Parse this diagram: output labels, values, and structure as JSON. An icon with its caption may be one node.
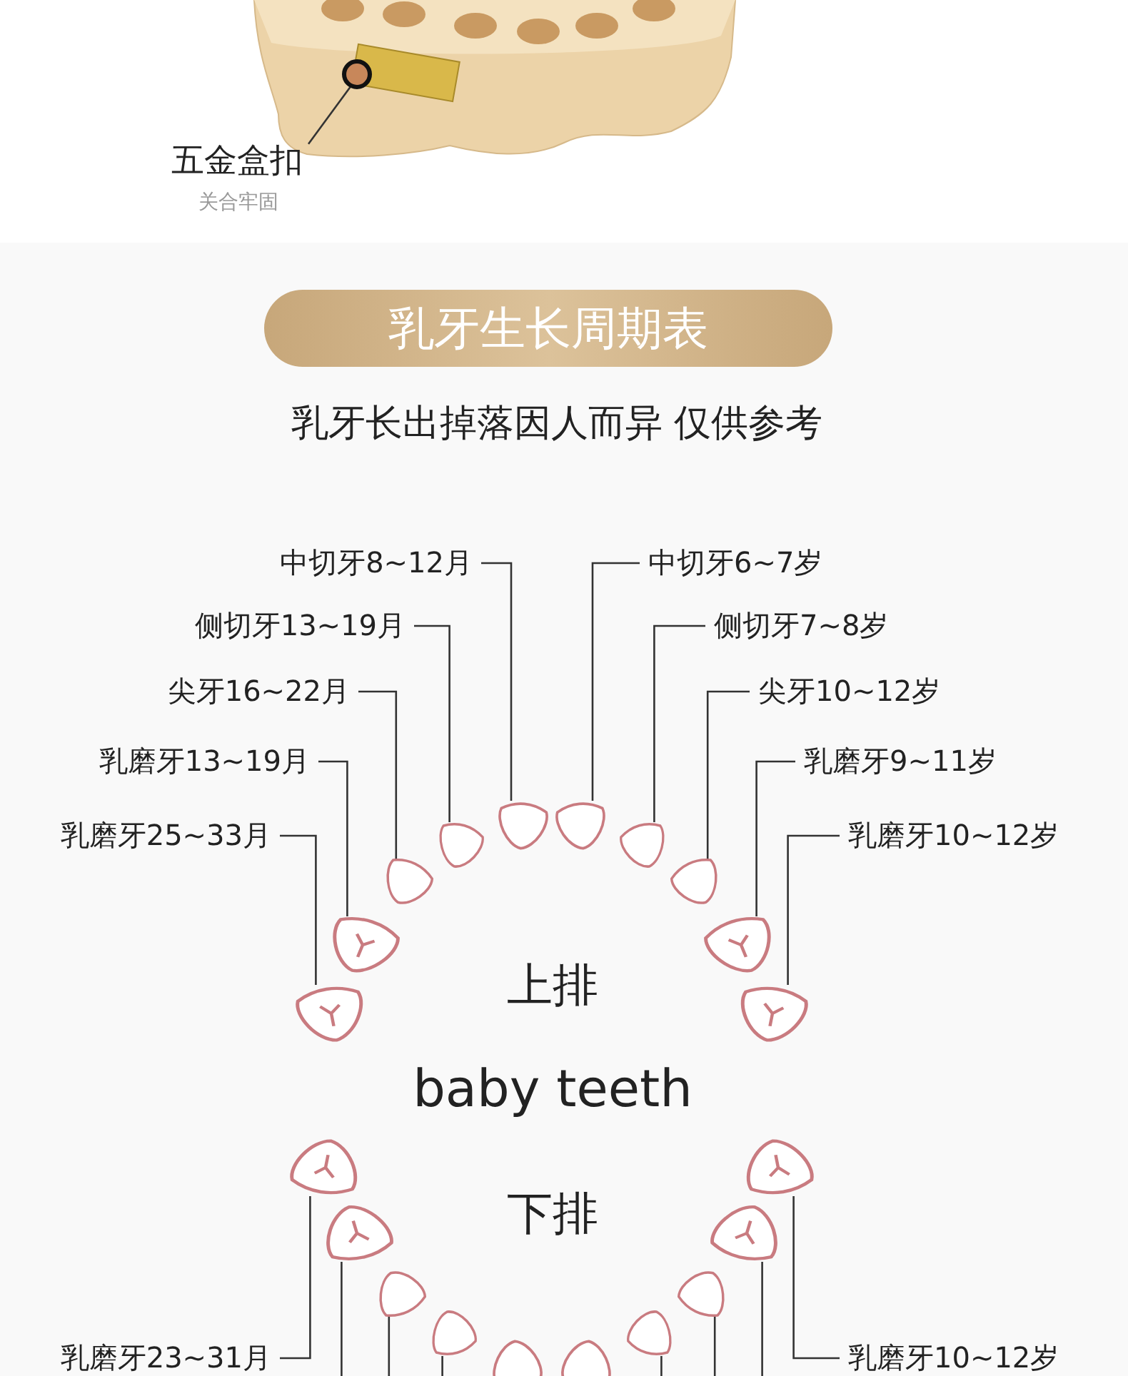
{
  "diagram": {
    "title": "乳牙生长周期表",
    "nodes": [
      {
        "text": [
          "五金盒扣"
        ],
        "beside": [
          "关合牢固"
        ]
      },
      {
        "text": [],
        "shape": "circle"
      },
      {
        "text": [
          "中切牙8~12月"
        ]
      },
      {
        "text": [
          "中切牙6~7岁"
        ]
      },
      {
        "text": [
          "侧切牙13~19月"
        ]
      },
      {
        "text": [
          "侧切牙7~8岁"
        ]
      },
      {
        "text": [
          "尖牙16~22月"
        ]
      },
      {
        "text": [
          "尖牙10~12岁"
        ]
      },
      {
        "text": [
          "乳磨牙13~19月"
        ]
      },
      {
        "text": [
          "乳磨牙9~11岁"
        ]
      },
      {
        "text": [
          "乳磨牙25~33月"
        ]
      },
      {
        "text": [
          "乳磨牙10~12岁"
        ]
      },
      {
        "text": [],
        "shape": "picture"
      },
      {
        "text": [],
        "shape": "picture"
      },
      {
        "text": [],
        "shape": "picture"
      },
      {
        "text": [],
        "shape": "picture"
      },
      {
        "text": [],
        "shape": "picture"
      },
      {
        "text": [],
        "shape": "picture"
      },
      {
        "text": [],
        "shape": "picture"
      },
      {
        "text": [],
        "shape": "picture"
      },
      {
        "text": [],
        "shape": "picture"
      },
      {
        "text": [],
        "shape": "picture"
      },
      {
        "text": [],
        "shape": "picture"
      },
      {
        "text": [],
        "shape": "picture"
      },
      {
        "text": [],
        "shape": "picture"
      },
      {
        "text": [],
        "shape": "picture"
      },
      {
        "text": [],
        "shape": "picture"
      },
      {
        "text": [],
        "shape": "picture"
      },
      {
        "text": [],
        "shape": "picture"
      },
      {
        "text": [],
        "shape": "picture"
      },
      {
        "text": [],
        "shape": "picture"
      },
      {
        "text": [],
        "shape": "picture"
      },
      {
        "text": [
          "乳磨牙23~31月"
        ]
      },
      {
        "text": [
          "乳磨牙10~12岁"
        ]
      }
    ],
    "edges": [
      {
        "from": 0,
        "to": 1,
        "arrow": "none"
      },
      {
        "from": 2,
        "to": 16,
        "arrow": "none"
      },
      {
        "from": 3,
        "to": 17,
        "arrow": "none"
      },
      {
        "from": 4,
        "to": 15,
        "arrow": "none"
      },
      {
        "from": 5,
        "to": 18,
        "arrow": "none"
      },
      {
        "from": 6,
        "to": 14,
        "arrow": "none"
      },
      {
        "from": 7,
        "to": 19,
        "arrow": "none"
      },
      {
        "from": 8,
        "to": 13,
        "arrow": "none"
      },
      {
        "from": 9,
        "to": 20,
        "arrow": "none"
      },
      {
        "from": 10,
        "to": 12,
        "arrow": "none"
      },
      {
        "from": 11,
        "to": 21,
        "arrow": "none"
      },
      {
        "from": 32,
        "to": 22,
        "arrow": "none"
      },
      {
        "from": 23,
        "to": null,
        "arrow": "none"
      },
      {
        "from": 24,
        "to": null,
        "arrow": "none"
      },
      {
        "from": 25,
        "to": null,
        "arrow": "none"
      },
      {
        "from": 28,
        "to": null,
        "arrow": "none"
      },
      {
        "from": 29,
        "to": null,
        "arrow": "none"
      },
      {
        "from": 30,
        "to": null,
        "arrow": "none"
      },
      {
        "from": 33,
        "to": 31,
        "arrow": "none"
      }
    ],
    "labels": [
      "乳牙长出掉落因人而异 仅供参考",
      "上排",
      "baby teeth",
      "下排"
    ]
  }
}
